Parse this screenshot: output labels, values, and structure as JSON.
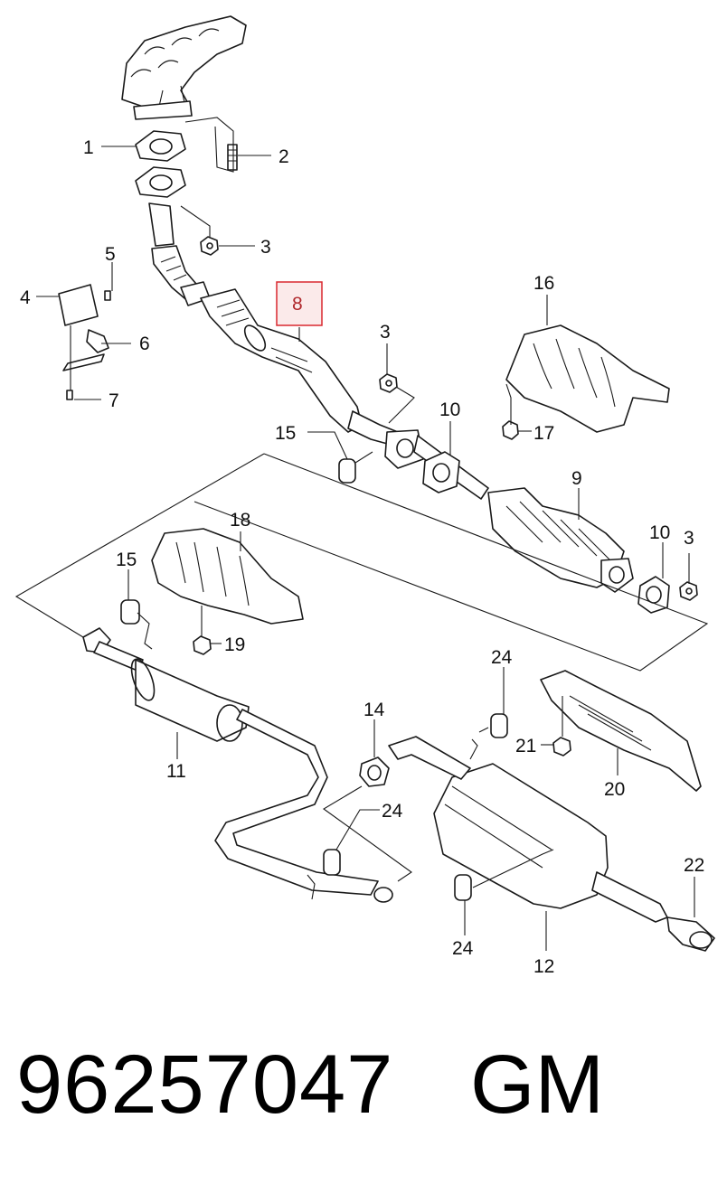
{
  "diagram": {
    "callouts": {
      "c1": "1",
      "c2": "2",
      "c3a": "3",
      "c3b": "3",
      "c3c": "3",
      "c4": "4",
      "c5": "5",
      "c6": "6",
      "c7": "7",
      "c8": "8",
      "c9": "9",
      "c10a": "10",
      "c10b": "10",
      "c11": "11",
      "c12": "12",
      "c14": "14",
      "c15a": "15",
      "c15b": "15",
      "c16": "16",
      "c17": "17",
      "c18": "18",
      "c19": "19",
      "c20": "20",
      "c21": "21",
      "c22": "22",
      "c24a": "24",
      "c24b": "24",
      "c24c": "24"
    },
    "highlighted_part": "8",
    "highlight_color": "#d9282f"
  },
  "footer": {
    "part_number": "96257047",
    "brand": "GM"
  }
}
